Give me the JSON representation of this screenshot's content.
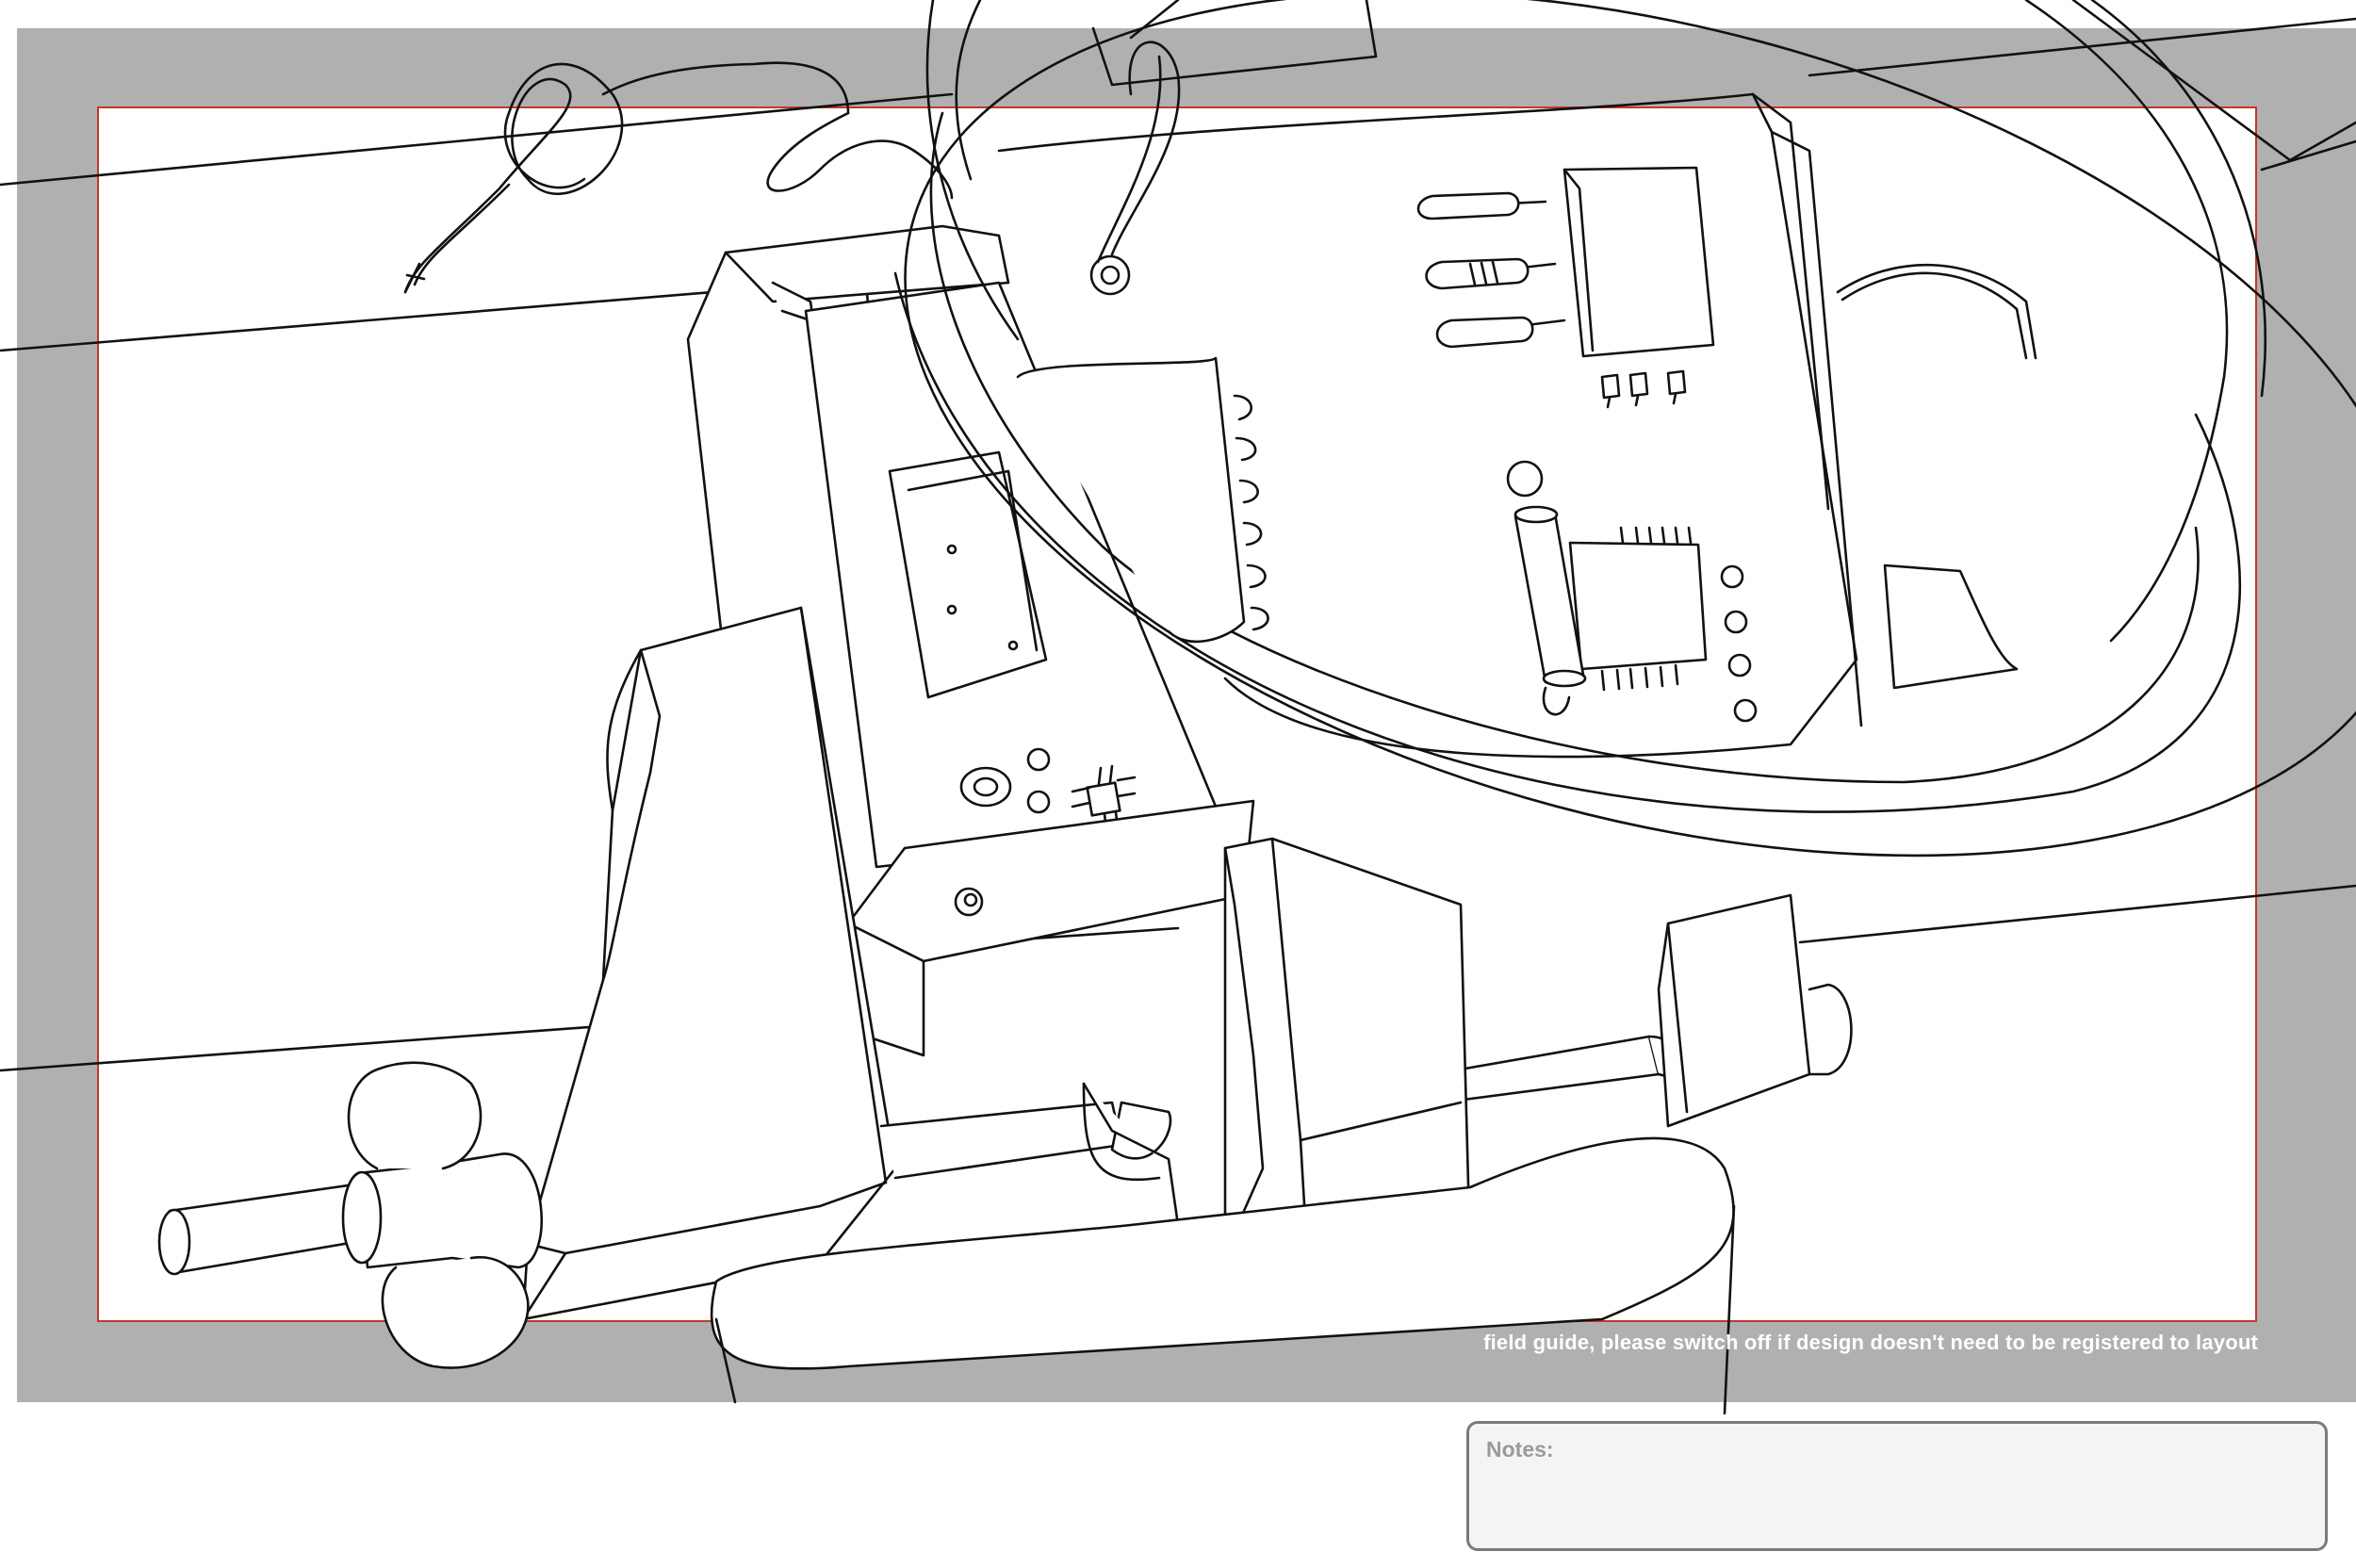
{
  "field_guide": {
    "caption": "field guide, please switch off if design doesn't need to be registered to layout",
    "band_color": "#b0b0b0",
    "frame_color": "#c0392b"
  },
  "notes": {
    "label": "Notes:",
    "value": ""
  },
  "drawing": {
    "style": "black line art on white",
    "subject_icon": "circuit-board-in-bench-vise-with-magnifier"
  }
}
